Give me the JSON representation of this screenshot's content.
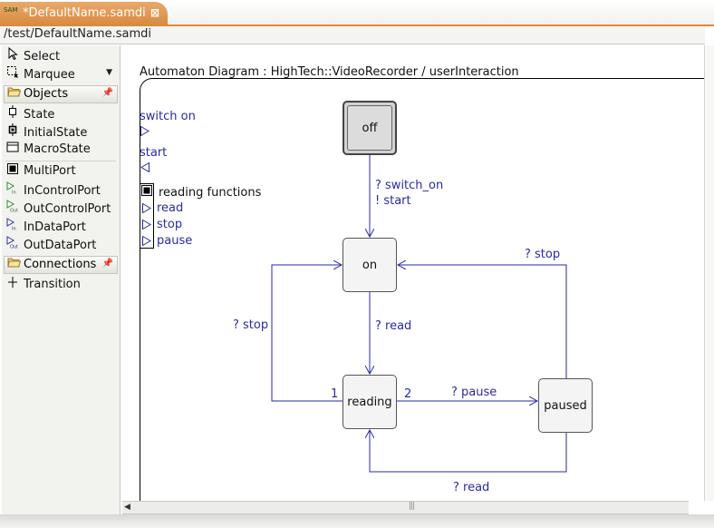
{
  "tab": {
    "icon_text": "SAM",
    "title": "*DefaultName.samdi",
    "close": "⊠"
  },
  "path": "/test/DefaultName.samdi",
  "palette": {
    "tools": [
      {
        "label": "Select",
        "icon": "arrow-pointer-icon"
      },
      {
        "label": "Marquee",
        "icon": "marquee-icon"
      }
    ],
    "objects_header": "Objects",
    "objects": [
      {
        "label": "State",
        "icon": "state-icon"
      },
      {
        "label": "InitialState",
        "icon": "initial-state-icon"
      },
      {
        "label": "MacroState",
        "icon": "macro-state-icon"
      },
      {
        "label": "MultiPort",
        "icon": "multiport-icon"
      },
      {
        "label": "InControlPort",
        "icon": "in-control-port-icon"
      },
      {
        "label": "OutControlPort",
        "icon": "out-control-port-icon"
      },
      {
        "label": "InDataPort",
        "icon": "in-data-port-icon"
      },
      {
        "label": "OutDataPort",
        "icon": "out-data-port-icon"
      }
    ],
    "connections_header": "Connections",
    "connections": [
      {
        "label": "Transition",
        "icon": "transition-icon"
      }
    ]
  },
  "diagram": {
    "title": "Automaton Diagram : HighTech::VideoRecorder / userInteraction",
    "ports": {
      "switch_on": "switch  on",
      "start": "start",
      "reading_functions": "reading  functions",
      "read": "read",
      "stop": "stop",
      "pause": "pause"
    },
    "states": {
      "off": "off",
      "on": "on",
      "reading": "reading",
      "paused": "paused"
    },
    "transitions": {
      "off_on_1": "? switch_on",
      "off_on_2": "! start",
      "on_reading": "? read",
      "reading_on": "? stop",
      "reading_paused": "? pause",
      "paused_on": "? stop",
      "paused_reading": "? read"
    },
    "priorities": {
      "p1": "1",
      "p2": "2"
    }
  },
  "colors": {
    "accent_tab": "#d88a40",
    "edge": "#2a2aa0",
    "ink": "#111111"
  }
}
